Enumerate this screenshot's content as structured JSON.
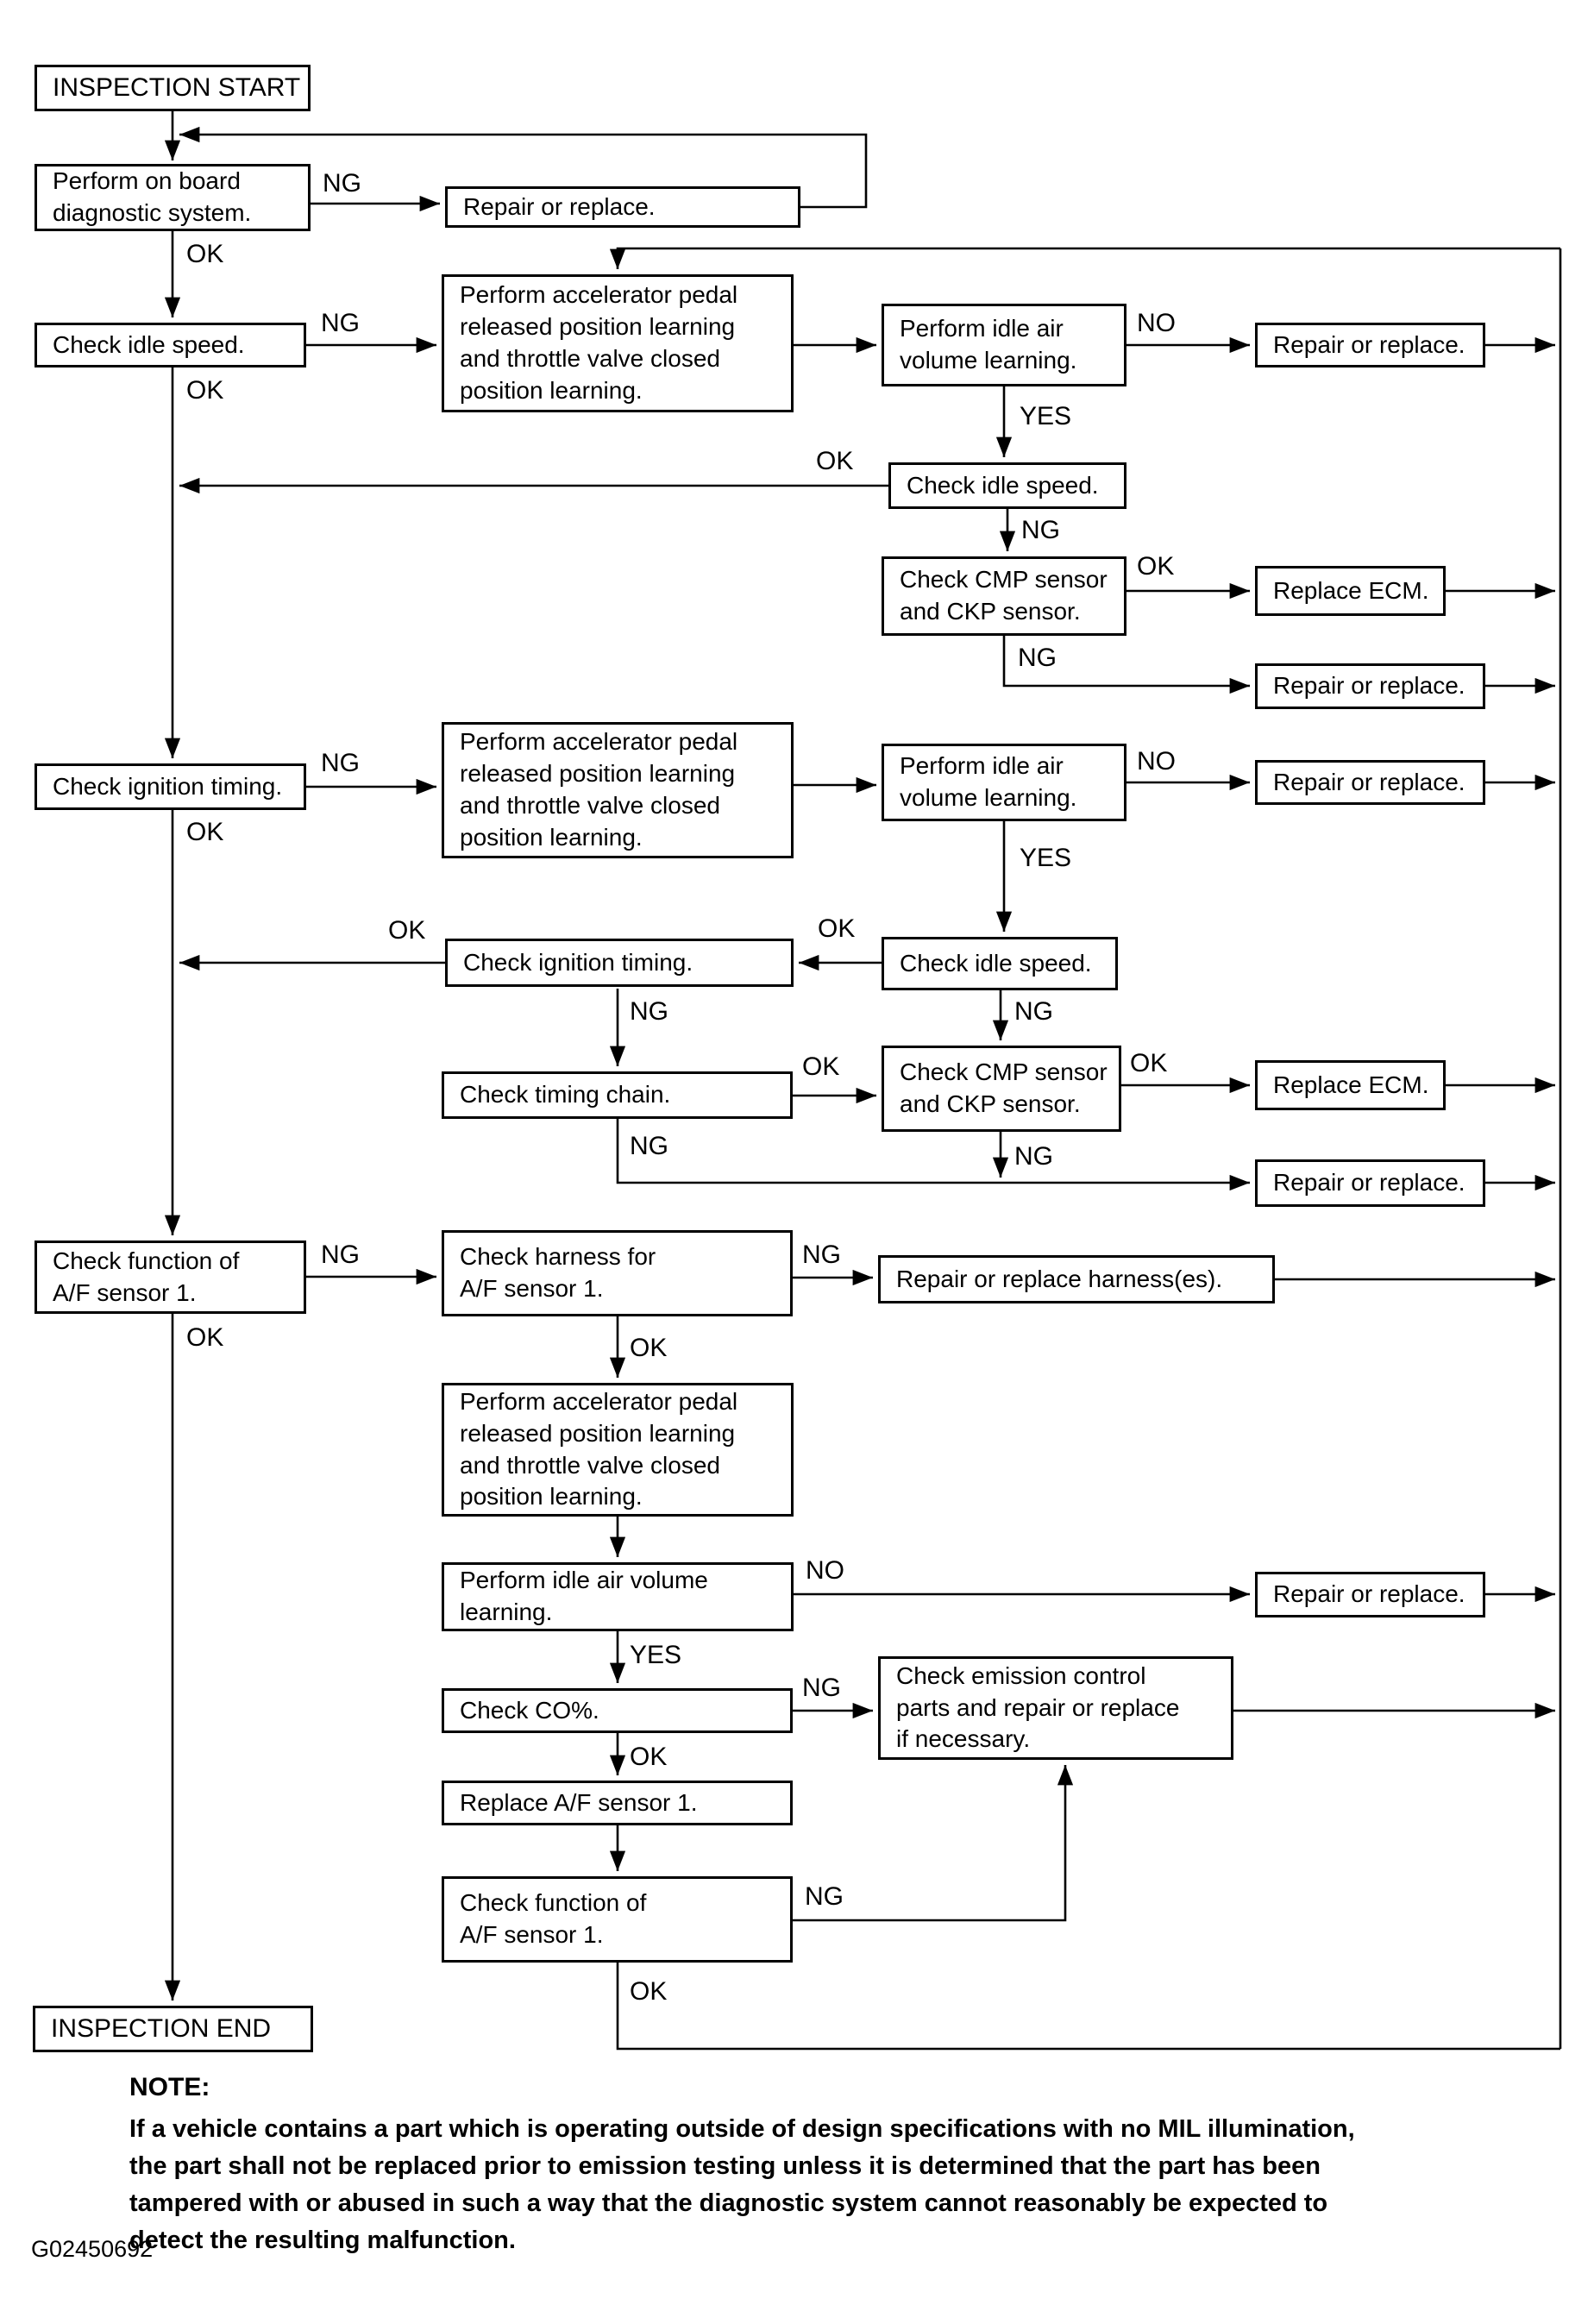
{
  "colors": {
    "ink": "#000000",
    "paper": "#ffffff"
  },
  "flowchart": {
    "nodes": {
      "inspection_start": "INSPECTION START",
      "perform_obd": "Perform on board\ndiagnostic system.",
      "repair": "Repair or replace.",
      "check_idle": "Check idle speed.",
      "accel": "Perform accelerator pedal\nreleased position learning\nand throttle valve closed\nposition learning.",
      "idle_air": "Perform idle air\nvolume learning.",
      "idle_air_wide": "Perform idle air volume\nlearning.",
      "cmp": "Check CMP sensor\nand CKP sensor.",
      "ecm": "Replace ECM.",
      "check_ign": "Check ignition timing.",
      "timing_chain": "Check timing chain.",
      "check_af": "Check function of\nA/F sensor 1.",
      "check_harness": "Check harness for\nA/F sensor 1.",
      "repair_harness": "Repair or replace harness(es).",
      "check_co": "Check CO%.",
      "emission": "Check emission control\nparts and repair or replace\nif necessary.",
      "replace_af": "Replace A/F sensor 1.",
      "inspection_end": "INSPECTION END"
    },
    "labels": {
      "ng": "NG",
      "ok": "OK",
      "yes": "YES",
      "no": "NO"
    }
  },
  "note": {
    "heading": "NOTE:",
    "body": "If a vehicle contains a part which is operating outside of design specifications with no MIL illumination,\nthe part shall not be replaced prior to emission testing unless it is determined that the part has been\ntampered with or abused in such a way that the diagnostic system cannot reasonably be expected to\ndetect the resulting malfunction."
  },
  "figure_id": "G02450692"
}
